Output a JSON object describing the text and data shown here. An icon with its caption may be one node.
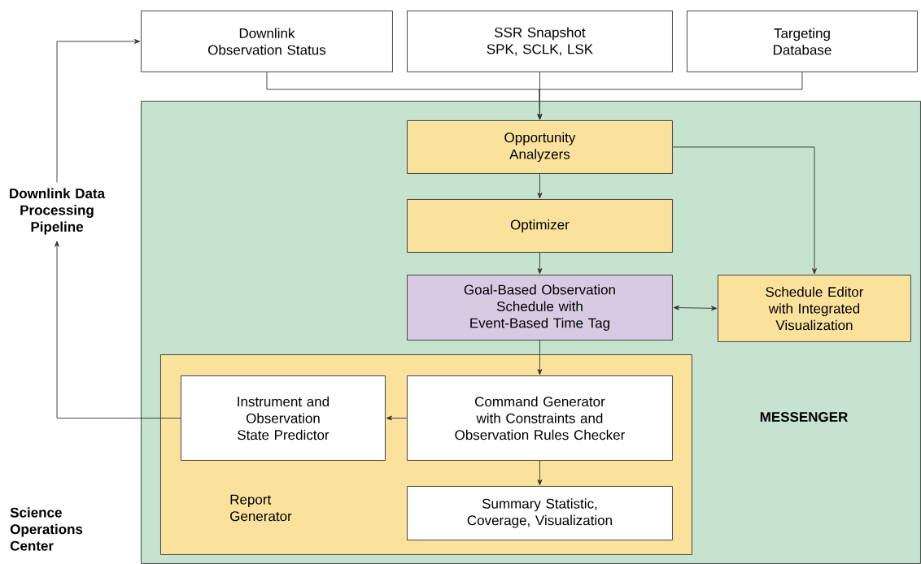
{
  "diagram": {
    "nodes": [
      {
        "text": [
          "Downlink Observation Status"
        ]
      },
      {
        "text": [
          "SSR Snapshot SPK, SCLK, LSK"
        ]
      },
      {
        "text": [
          "Targeting Database"
        ]
      },
      {
        "text": [
          "MESSENGER"
        ]
      },
      {
        "text": [
          "Opportunity Analyzers"
        ],
        "in": 3
      },
      {
        "text": [
          "Optimizer"
        ],
        "in": 3
      },
      {
        "text": [
          "Goal-Based Observation Schedule with Event-Based Time Tag"
        ],
        "in": 3
      },
      {
        "text": [
          "Schedule Editor with Integrated Visualization"
        ],
        "in": 3
      },
      {
        "text": [
          "Report Generator"
        ],
        "in": 3
      },
      {
        "text": [
          "Instrument and Observation State Predictor"
        ],
        "in": 8
      },
      {
        "text": [
          "Command Generator with Constraints and Observation Rules Checker"
        ],
        "in": 8
      },
      {
        "text": [
          "Summary Statistic, Coverage, Visualization"
        ],
        "in": 8
      },
      {
        "text": [
          "Downlink Data Processing Pipeline"
        ]
      }
    ],
    "edges": [
      {
        "from": 0,
        "to": 4,
        "arrow": "to"
      },
      {
        "from": 1,
        "to": 4,
        "arrow": "to"
      },
      {
        "from": 2,
        "to": 4,
        "arrow": "to"
      },
      {
        "from": 4,
        "to": 5,
        "arrow": "to"
      },
      {
        "from": 5,
        "to": 6,
        "arrow": "to"
      },
      {
        "from": 4,
        "to": 7,
        "arrow": "to"
      },
      {
        "from": 6,
        "to": 7,
        "arrow": "both"
      },
      {
        "from": 6,
        "to": 10,
        "arrow": "to"
      },
      {
        "from": 10,
        "to": 9,
        "arrow": "to"
      },
      {
        "from": 10,
        "to": 11,
        "arrow": "to"
      },
      {
        "from": 9,
        "to": 12,
        "arrow": "to"
      },
      {
        "from": 12,
        "to": 0,
        "arrow": "to"
      }
    ],
    "labels": [
      "Science Operations Center"
    ]
  }
}
